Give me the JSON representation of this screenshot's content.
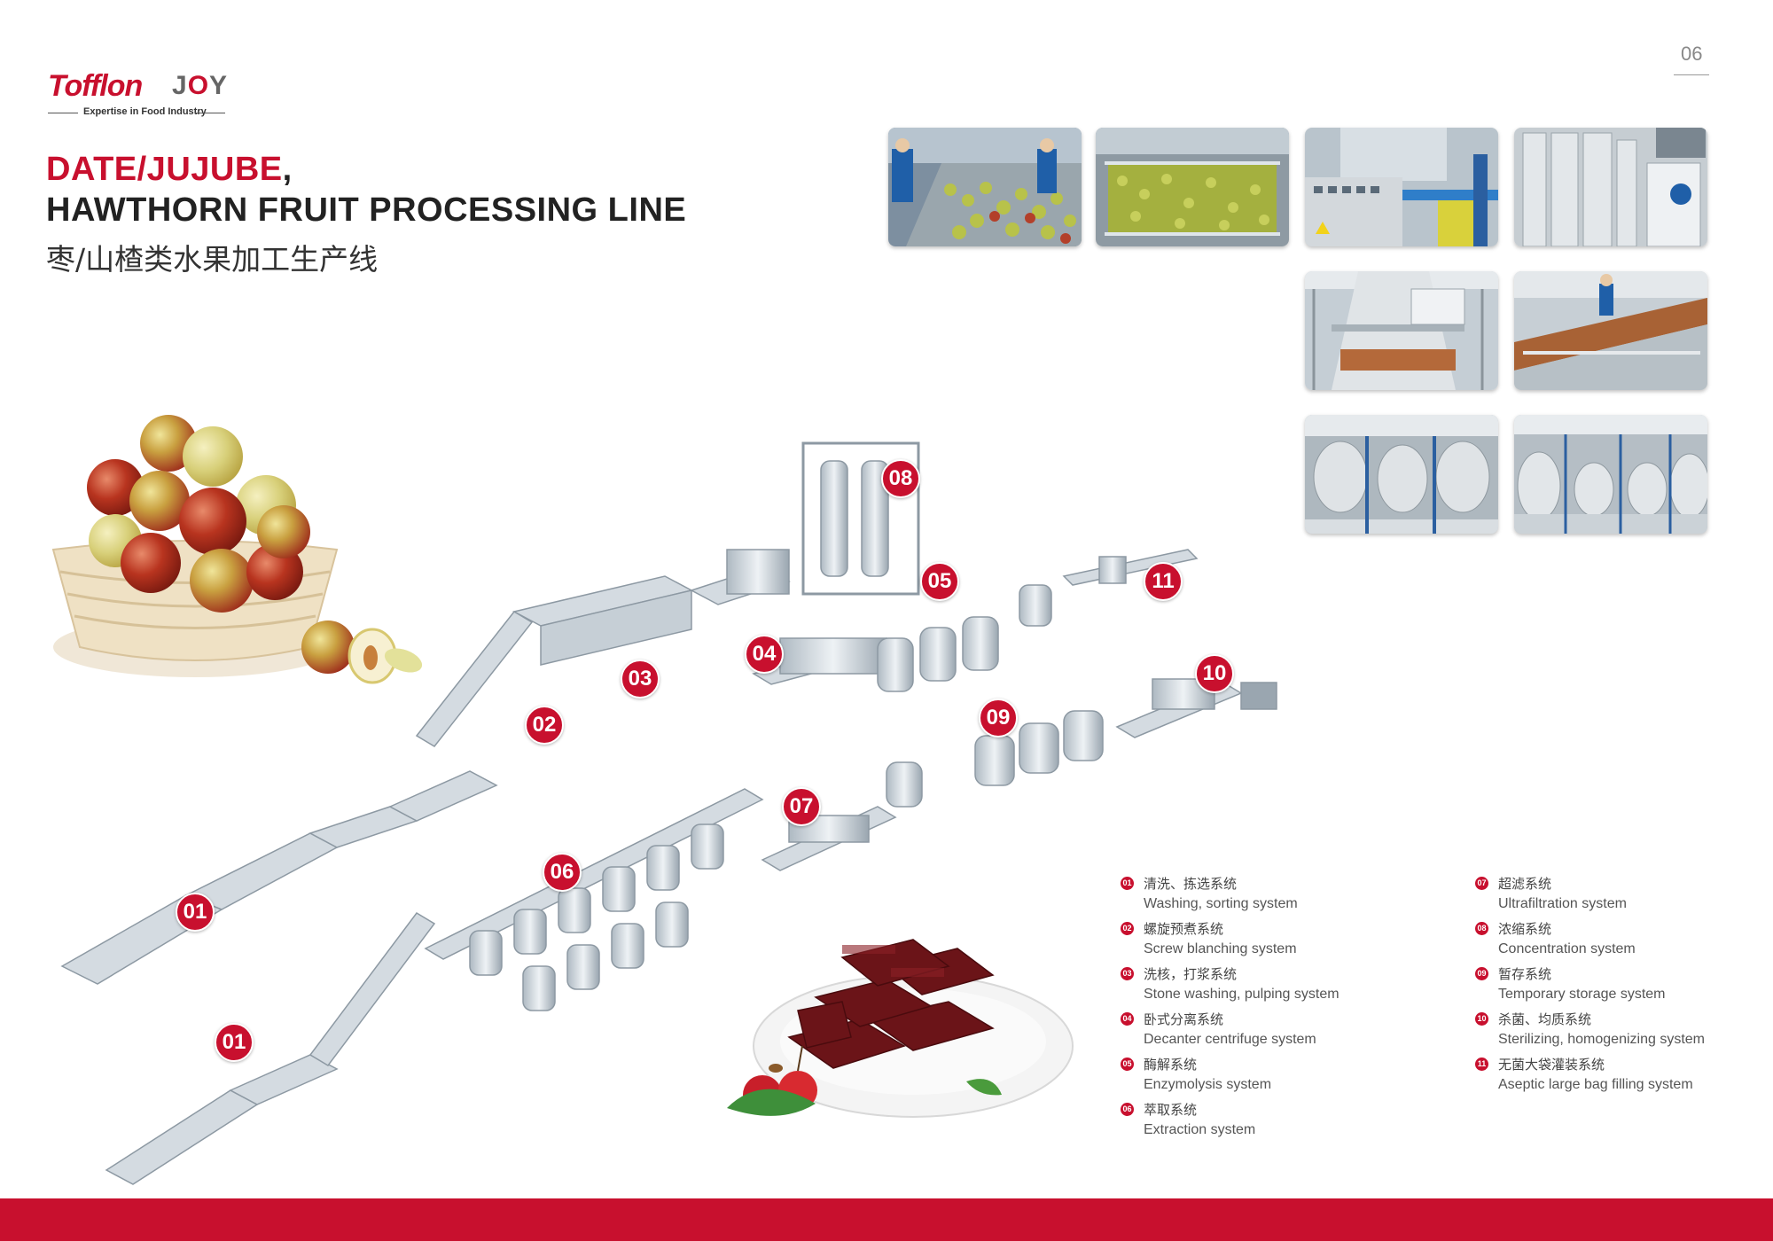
{
  "brand": {
    "name": "Tofflon",
    "sub_brand_j": "J",
    "sub_brand_o": "O",
    "sub_brand_y": "Y",
    "tagline": "Expertise in Food Industry"
  },
  "page_number": "06",
  "title": {
    "line1_red": "DATE/JUJUBE",
    "line1_comma": ",",
    "line2": "HAWTHORN FRUIT PROCESSING LINE",
    "line3_cn": "枣/山楂类水果加工生产线"
  },
  "station_markers": [
    "01",
    "02",
    "03",
    "04",
    "05",
    "06",
    "07",
    "08",
    "09",
    "10",
    "11"
  ],
  "second_line_marker": "01",
  "legend": [
    {
      "num": "01",
      "cn": "清洗、拣选系统",
      "en": "Washing, sorting system"
    },
    {
      "num": "02",
      "cn": "螺旋预煮系统",
      "en": "Screw blanching system"
    },
    {
      "num": "03",
      "cn": "洗核，打浆系统",
      "en": "Stone washing, pulping system"
    },
    {
      "num": "04",
      "cn": "卧式分离系统",
      "en": "Decanter centrifuge system"
    },
    {
      "num": "05",
      "cn": "酶解系统",
      "en": "Enzymolysis system"
    },
    {
      "num": "06",
      "cn": "萃取系统",
      "en": "Extraction system"
    },
    {
      "num": "07",
      "cn": "超滤系统",
      "en": "Ultrafiltration system"
    },
    {
      "num": "08",
      "cn": "浓缩系统",
      "en": "Concentration system"
    },
    {
      "num": "09",
      "cn": "暂存系统",
      "en": "Temporary storage system"
    },
    {
      "num": "10",
      "cn": "杀菌、均质系统",
      "en": "Sterilizing, homogenizing system"
    },
    {
      "num": "11",
      "cn": "无菌大袋灌装系统",
      "en": "Aseptic large bag filling system"
    }
  ],
  "colors": {
    "accent": "#c8102e",
    "text": "#333333",
    "steel": "#c9d2da"
  }
}
